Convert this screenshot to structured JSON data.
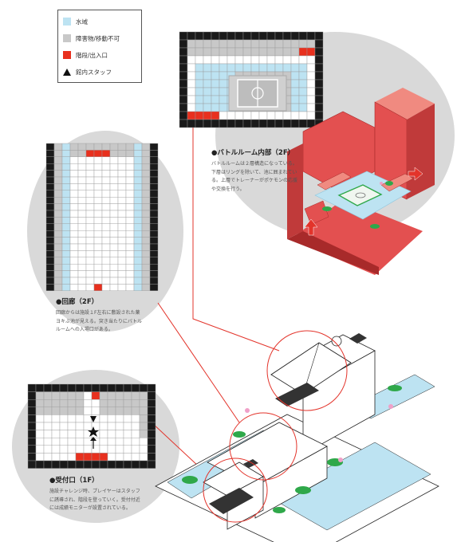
{
  "legend": {
    "items": [
      {
        "key": "water",
        "label": "水域",
        "color": "#bde3f2"
      },
      {
        "key": "obstacle",
        "label": "障害物/移動不可",
        "color": "#c8c8c8"
      },
      {
        "key": "stairs",
        "label": "階段/出入口",
        "color": "#e8301e"
      },
      {
        "key": "staff",
        "label": "館内スタッフ",
        "icon": "triangle-icon",
        "color": "#111111"
      }
    ]
  },
  "captions": {
    "battle": {
      "title": "●バトルルーム内部（2F）",
      "lines": [
        "バトルルームは２層構造になっている。",
        "下層はリングを除いて、池に囲まれてい",
        "る。上層でトレーナーがポケモンの応援",
        "や交換を行う。"
      ]
    },
    "corridor": {
      "title": "●回廊（2F）",
      "lines": [
        "回廊からは施設１F左右に敷設された薬",
        "ヨキぶ池が見える。突き当たりにバトル",
        "ルームへの入場口がある。"
      ]
    },
    "reception": {
      "title": "●受付口（1F）",
      "lines": [
        "施設チャレンジ時、プレイヤーはスタッフ",
        "に誘導され、階段を登っていく。受付付近",
        "には成績モニターが設置されている。"
      ]
    }
  },
  "colors": {
    "water": "#bde3f2",
    "obstacle": "#c8c8c8",
    "stairs": "#e8301e",
    "wall": "#1a1a1a",
    "floor": "#ffffff",
    "bubble": "#d9d9d9",
    "redline": "#e3342b",
    "roomRed": "#e35050",
    "roomRedDark": "#a82a2a",
    "roomRedLight": "#f08a80",
    "lily": "#2fa84a",
    "flower": "#f0a0c8"
  }
}
